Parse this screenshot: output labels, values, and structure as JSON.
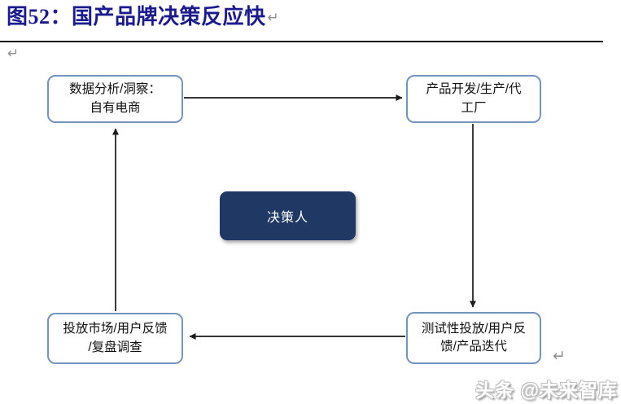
{
  "header": {
    "title": "图52：国产品牌决策反应快"
  },
  "marks": {
    "return_mark": "↵"
  },
  "diagram": {
    "type": "cycle-flowchart",
    "center": {
      "label": "决策人"
    },
    "nodes": [
      {
        "id": "data-analysis",
        "line1": "数据分析/洞察：",
        "line2": "自有电商"
      },
      {
        "id": "product-development",
        "line1": "产品开发/生产/代",
        "line2": "工厂"
      },
      {
        "id": "test-launch",
        "line1": "测试性投放/用户反",
        "line2": "馈/产品迭代"
      },
      {
        "id": "market-feedback",
        "line1": "投放市场/用户反馈",
        "line2": "/复盘调查"
      }
    ],
    "edges": [
      {
        "from": "data-analysis",
        "to": "product-development",
        "direction": "right"
      },
      {
        "from": "product-development",
        "to": "test-launch",
        "direction": "down"
      },
      {
        "from": "test-launch",
        "to": "market-feedback",
        "direction": "left"
      },
      {
        "from": "market-feedback",
        "to": "data-analysis",
        "direction": "up"
      }
    ]
  },
  "watermark": {
    "text": "头条 @未来智库"
  },
  "colors": {
    "title": "#1b1b8f",
    "rule": "#141414",
    "node_border": "#7493be",
    "node_text": "#111111",
    "center_fill": "#1f3864",
    "center_text": "#ffffff",
    "arrow": "#1a1a1a",
    "return_mark": "#8f8f8f"
  }
}
